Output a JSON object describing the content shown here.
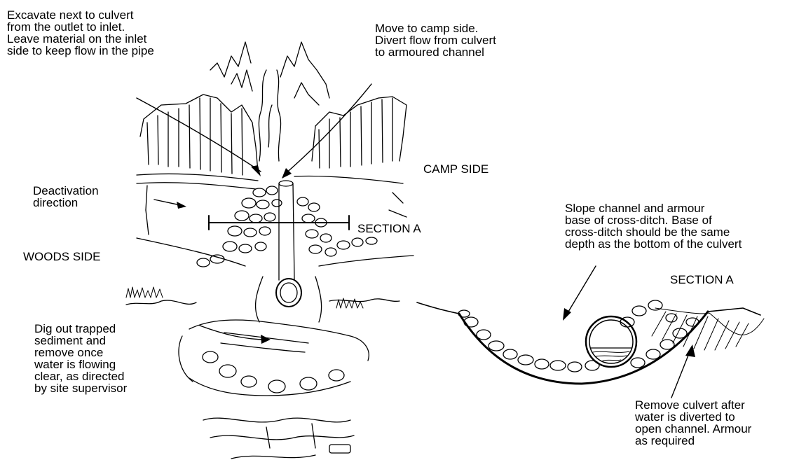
{
  "labels": {
    "excavate": "Excavate next to culvert\nfrom the outlet to inlet.\nLeave material on the inlet\nside to keep flow in the pipe",
    "move_camp": "Move to camp side.\nDivert flow from culvert\nto armoured channel",
    "camp_side": "CAMP SIDE",
    "deactivation": "Deactivation\ndirection",
    "section_a_marker": "SECTION A",
    "woods_side": "WOODS SIDE",
    "slope_channel": "Slope channel and armour\nbase of cross-ditch. Base of\ncross-ditch should be the same\ndepth as the bottom of the culvert",
    "section_a_title": "SECTION A",
    "dig_out": "Dig out trapped\nsediment and\nremove once\nwater is flowing\nclear, as directed\nby site supervisor",
    "remove_culvert": "Remove culvert after\nwater is diverted to\nopen channel. Armour\nas required"
  },
  "colors": {
    "ink": "#000000",
    "paper": "#ffffff",
    "hatch": "#333333"
  }
}
